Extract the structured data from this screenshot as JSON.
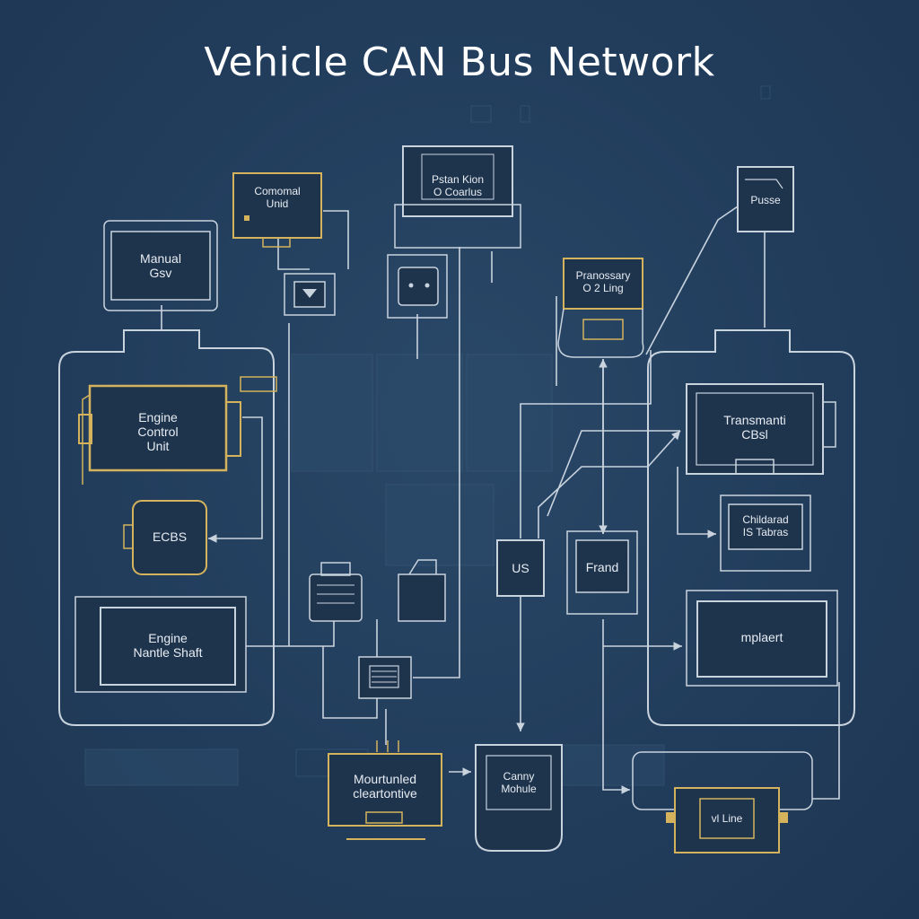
{
  "title": "Vehicle CAN Bus Network",
  "colors": {
    "background": "#223d5c",
    "line": "#c9d3de",
    "accent_gold": "#d4b35c",
    "box_fill": "#1e344d"
  },
  "nodes": {
    "manual_gsv": "Manual\nGsv",
    "comomal_unid": "Comomal\nUnid",
    "pstan_kion": "Pstan Kion\nO Coarlus",
    "pranossary": "Pranossary\nO 2 Ling",
    "pusse": "Pusse",
    "ecu": "Engine\nControl\nUnit",
    "ecbs": "ECBS",
    "engine_shaft": "Engine\nNantle Shaft",
    "us": "US",
    "frand": "Frand",
    "transmanti": "Transmanti\nCBsl",
    "childrad": "Childarad\nIS Tabras",
    "mplaert": "mplaert",
    "mourtunled": "Mourtunled\ncleartontive",
    "canny_module": "Canny\nMohule",
    "vl_line": "vl Line"
  }
}
